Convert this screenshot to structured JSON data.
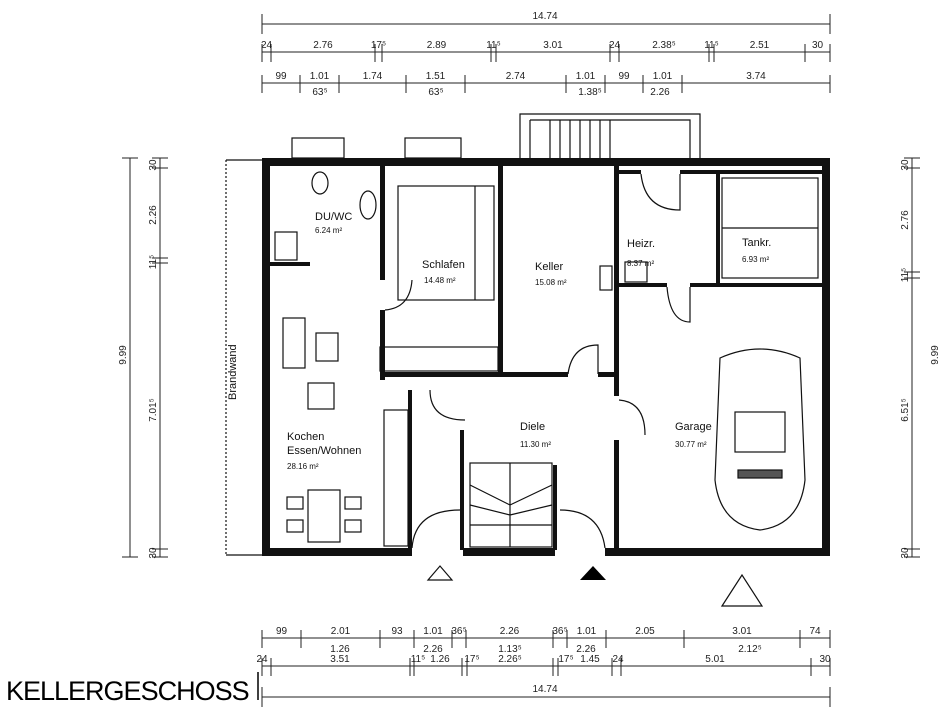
{
  "title": "KELLERGESCHOSS",
  "brandwand_label": "Brandwand",
  "rooms": [
    {
      "name": "DU/WC",
      "area": "6.24 m²"
    },
    {
      "name": "Schlafen",
      "area": "14.48 m²"
    },
    {
      "name": "Keller",
      "area": "15.08 m²"
    },
    {
      "name": "Heizr.",
      "area": "8.37 m²"
    },
    {
      "name": "Tankr.",
      "area": "6.93 m²"
    },
    {
      "name": "Kochen",
      "name2": "Essen/Wohnen",
      "area": "28.16 m²"
    },
    {
      "name": "Diele",
      "area": "11.30 m²"
    },
    {
      "name": "Garage",
      "area": "30.77 m²"
    }
  ],
  "dimensions": {
    "top_total": "14.74",
    "top_row1": [
      "24",
      "2.76",
      "17⁵",
      "2.89",
      "11⁵",
      "3.01",
      "24",
      "2.38⁵",
      "11⁵",
      "2.51",
      "30"
    ],
    "top_row2": [
      "99",
      "1.01",
      "1.74",
      "1.51",
      "2.74",
      "1.01",
      "99",
      "1.01",
      "3.74"
    ],
    "top_row2_sub": [
      "63⁵",
      "63⁵",
      "1.38⁵",
      "2.26"
    ],
    "bottom_row1": [
      "99",
      "2.01",
      "93",
      "1.01",
      "36⁵",
      "2.26",
      "36⁵",
      "1.01",
      "2.05",
      "3.01",
      "74"
    ],
    "bottom_row1_sub": [
      "1.26",
      "2.26",
      "1.13⁵",
      "2.26",
      "2.12⁵"
    ],
    "bottom_row2": [
      "24",
      "3.51",
      "11⁵",
      "1.26",
      "17⁵",
      "2.26⁵",
      "17⁵",
      "1.45",
      "24",
      "5.01",
      "30"
    ],
    "bottom_total": "14.74",
    "left": [
      "30",
      "2.26",
      "11⁵",
      "9.99",
      "7.01⁵",
      "30"
    ],
    "right": [
      "30",
      "2.76",
      "11⁵",
      "9.99",
      "6.51⁵",
      "30"
    ]
  }
}
